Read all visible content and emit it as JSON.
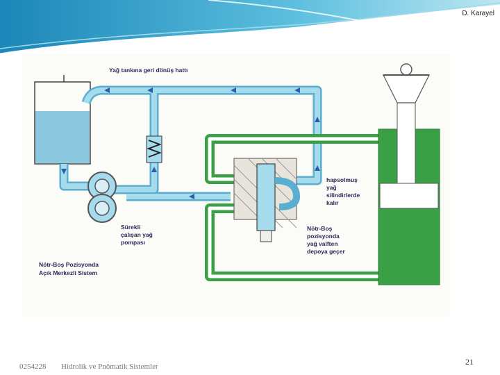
{
  "header": {
    "author": "D. Karayel"
  },
  "diagram": {
    "labels": {
      "return_line": "Yağ tankına geri dönüş hattı",
      "trapped_l1": "hapsolmuş",
      "trapped_l2": "yağ",
      "trapped_l3": "silindirlerde",
      "trapped_l4": "kalır",
      "pump_l1": "Sürekli",
      "pump_l2": "çalışan yağ",
      "pump_l3": "pompası",
      "neutral_l1": "Nötr-Boş",
      "neutral_l2": "pozisyonda",
      "neutral_l3": "yağ valften",
      "neutral_l4": "depoya geçer",
      "system_l1": "Nötr-Boş Pozisyonda",
      "system_l2": "Açık Merkezli Sistem"
    },
    "colors": {
      "oil_blue": "#8cc8e0",
      "pipe_green": "#3aa046",
      "arrow_blue": "#2d5fa8"
    }
  },
  "footer": {
    "code": "0254228",
    "course": "Hidrolik ve Pnömatik Sistemler",
    "page": "21"
  }
}
